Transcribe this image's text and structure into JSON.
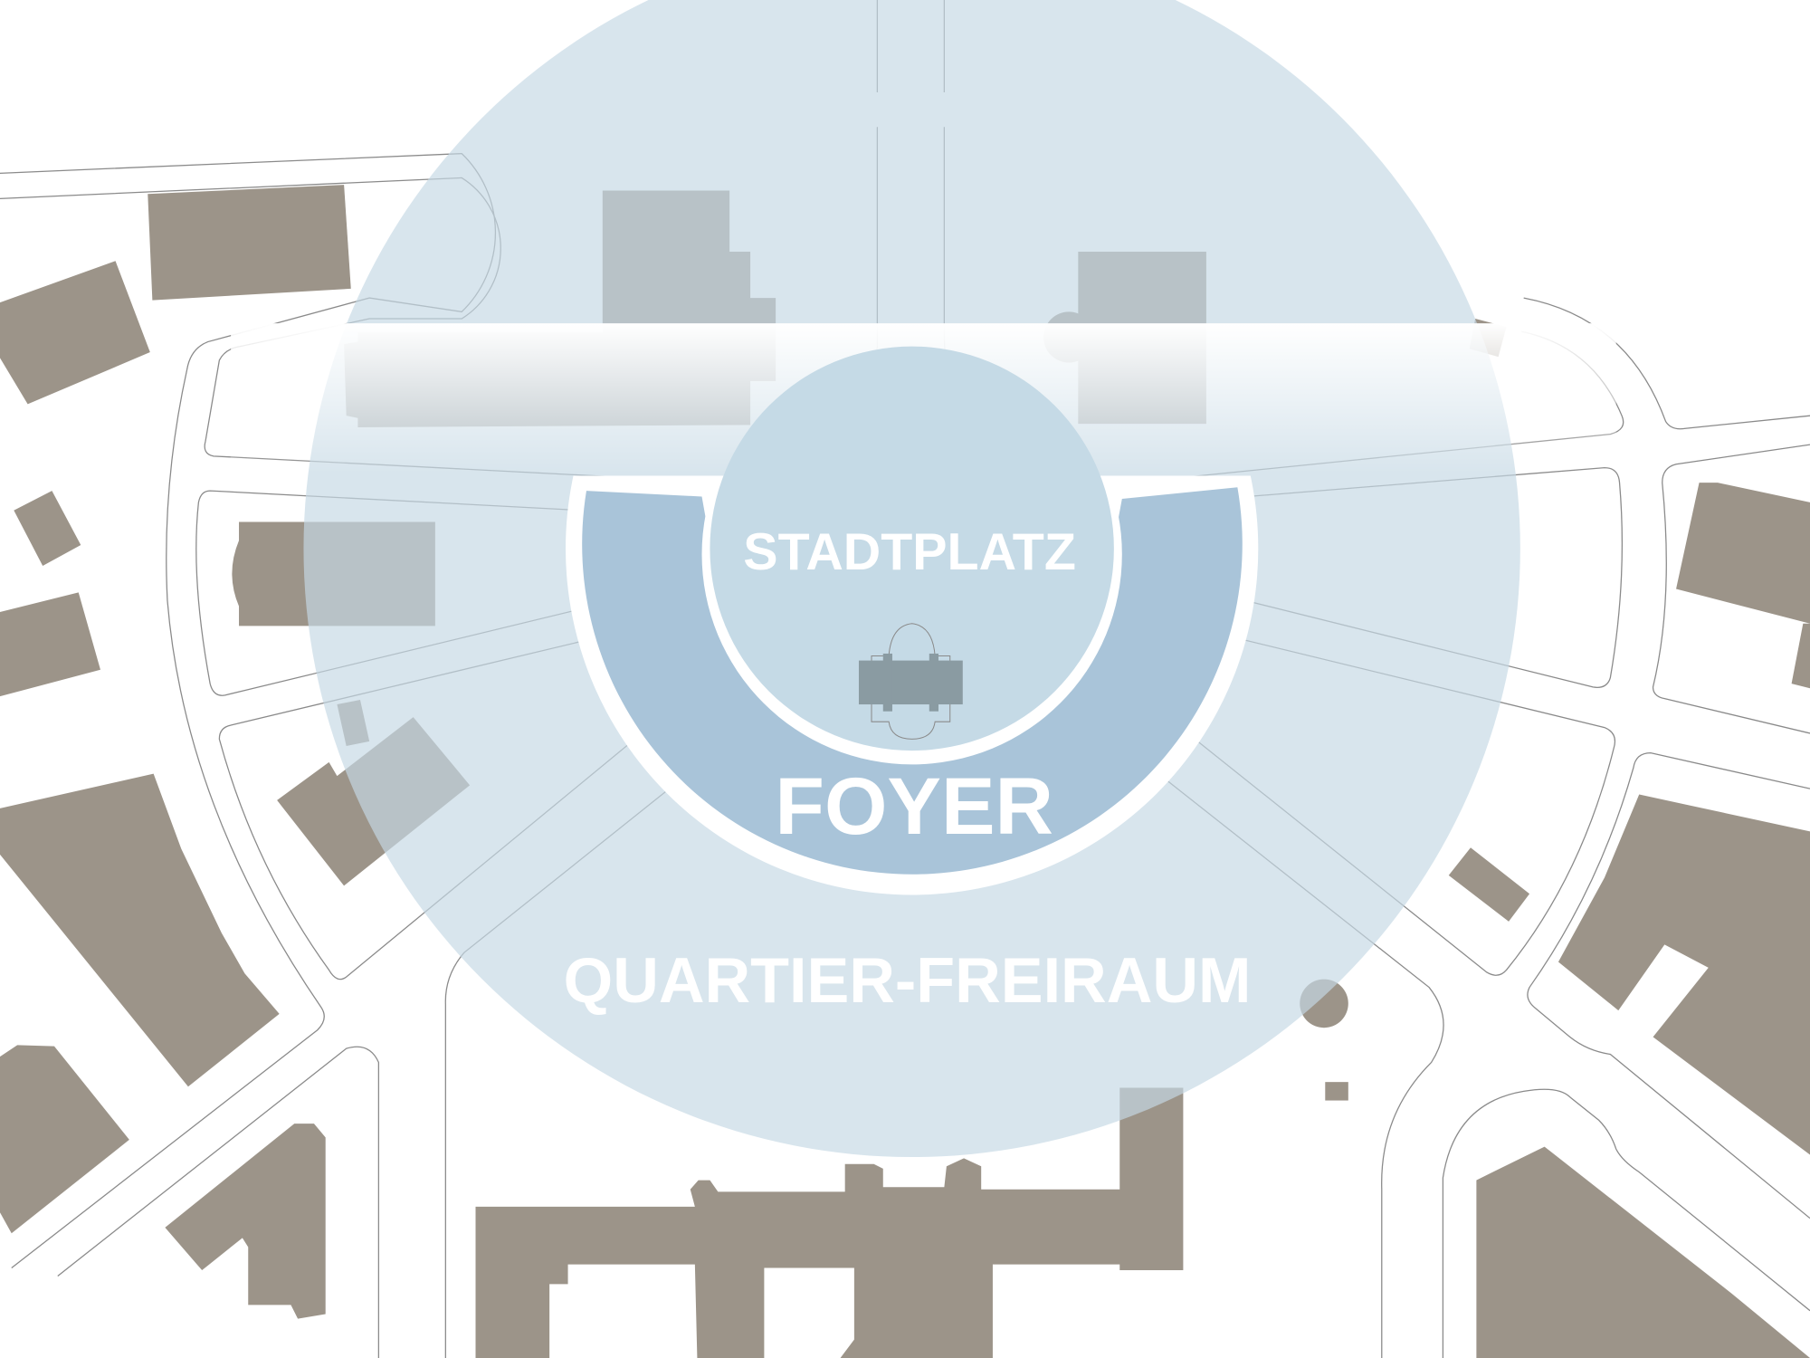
{
  "labels": {
    "stadtplatz": "STADTPLATZ",
    "foyer": "FOYER",
    "quartier": "QUARTIER-FREIRAUM"
  },
  "colors": {
    "building": "#9c9489",
    "outer_zone": "#cfe0ea",
    "foyer_zone": "#a6c2d8",
    "stadtplatz_zone": "#c5dae6",
    "monument": "#8a9ba2"
  }
}
